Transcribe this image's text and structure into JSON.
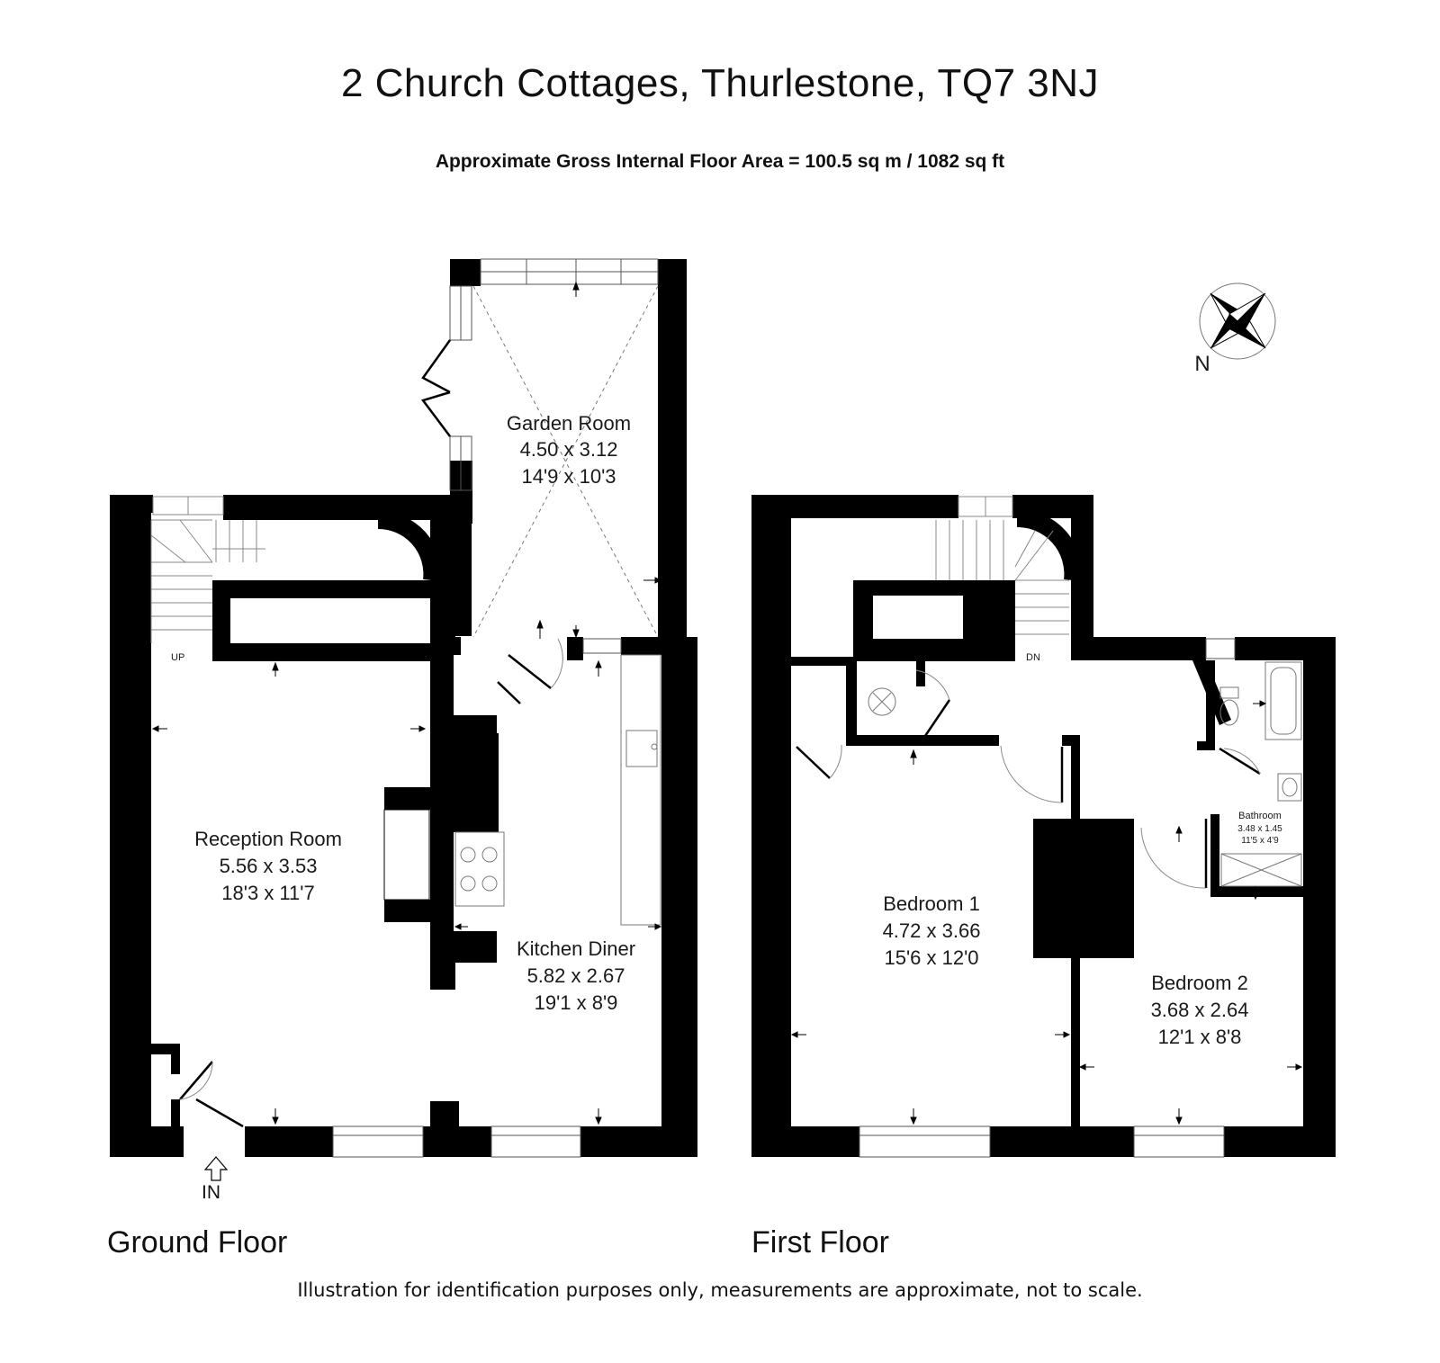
{
  "header": {
    "title": "2 Church Cottages, Thurlestone, TQ7 3NJ",
    "area_summary": "Approximate Gross Internal Floor Area  = 100.5 sq m  / 1082 sq ft"
  },
  "ground_floor": {
    "label": "Ground Floor",
    "entrance_label": "IN",
    "stairs_label": "UP",
    "rooms": [
      {
        "name": "Garden Room",
        "metric": "4.50 x 3.12",
        "imperial": "14'9 x 10'3"
      },
      {
        "name": "Reception Room",
        "metric": "5.56 x 3.53",
        "imperial": "18'3 x 11'7"
      },
      {
        "name": "Kitchen Diner",
        "metric": "5.82 x 2.67",
        "imperial": "19'1 x 8'9"
      }
    ]
  },
  "first_floor": {
    "label": "First Floor",
    "stairs_label": "DN",
    "rooms": [
      {
        "name": "Bedroom 1",
        "metric": "4.72 x 3.66",
        "imperial": "15'6 x 12'0"
      },
      {
        "name": "Bedroom 2",
        "metric": "3.68 x 2.64",
        "imperial": "12'1 x 8'8"
      },
      {
        "name": "Bathroom",
        "metric": "3.48 x 1.45",
        "imperial": "11'5 x 4'9"
      }
    ]
  },
  "compass": {
    "label": "N",
    "icon": "compass-rose-icon"
  },
  "footer": {
    "disclaimer": "Illustration for identification purposes only, measurements are approximate, not to scale."
  },
  "colors": {
    "wall": "#000000",
    "fixture": "#888888",
    "background": "#ffffff"
  }
}
